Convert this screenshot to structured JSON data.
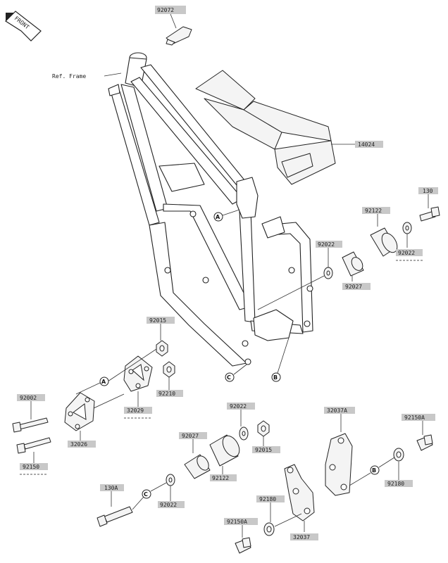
{
  "front_arrow": {
    "text": "FRONT"
  },
  "ref_frame": {
    "text": "Ref. Frame"
  },
  "part_labels": {
    "p92072": "92072",
    "p14024": "14024",
    "p130_top": "130",
    "p92122_top": "92122",
    "p92022_right": "92022",
    "p92022_mid": "92022",
    "p92027_mid": "92027",
    "p92015_left": "92015",
    "p92210": "92210",
    "p32029": "32029",
    "p92002": "92002",
    "p32026": "32026",
    "p92150": "92150",
    "p92022_lower": "92022",
    "p92015_lower": "92015",
    "p92027_lower": "92027",
    "p92122_lower": "92122",
    "p32037A": "32037A",
    "p92150A_right": "92150A",
    "p92180_right": "92180",
    "p130A": "130A",
    "p92022_bottom": "92022",
    "p92180_bottom": "92180",
    "p92150A_bottom": "92150A",
    "p32037": "32037"
  },
  "callouts": {
    "a": "A",
    "b": "B",
    "c": "C"
  }
}
